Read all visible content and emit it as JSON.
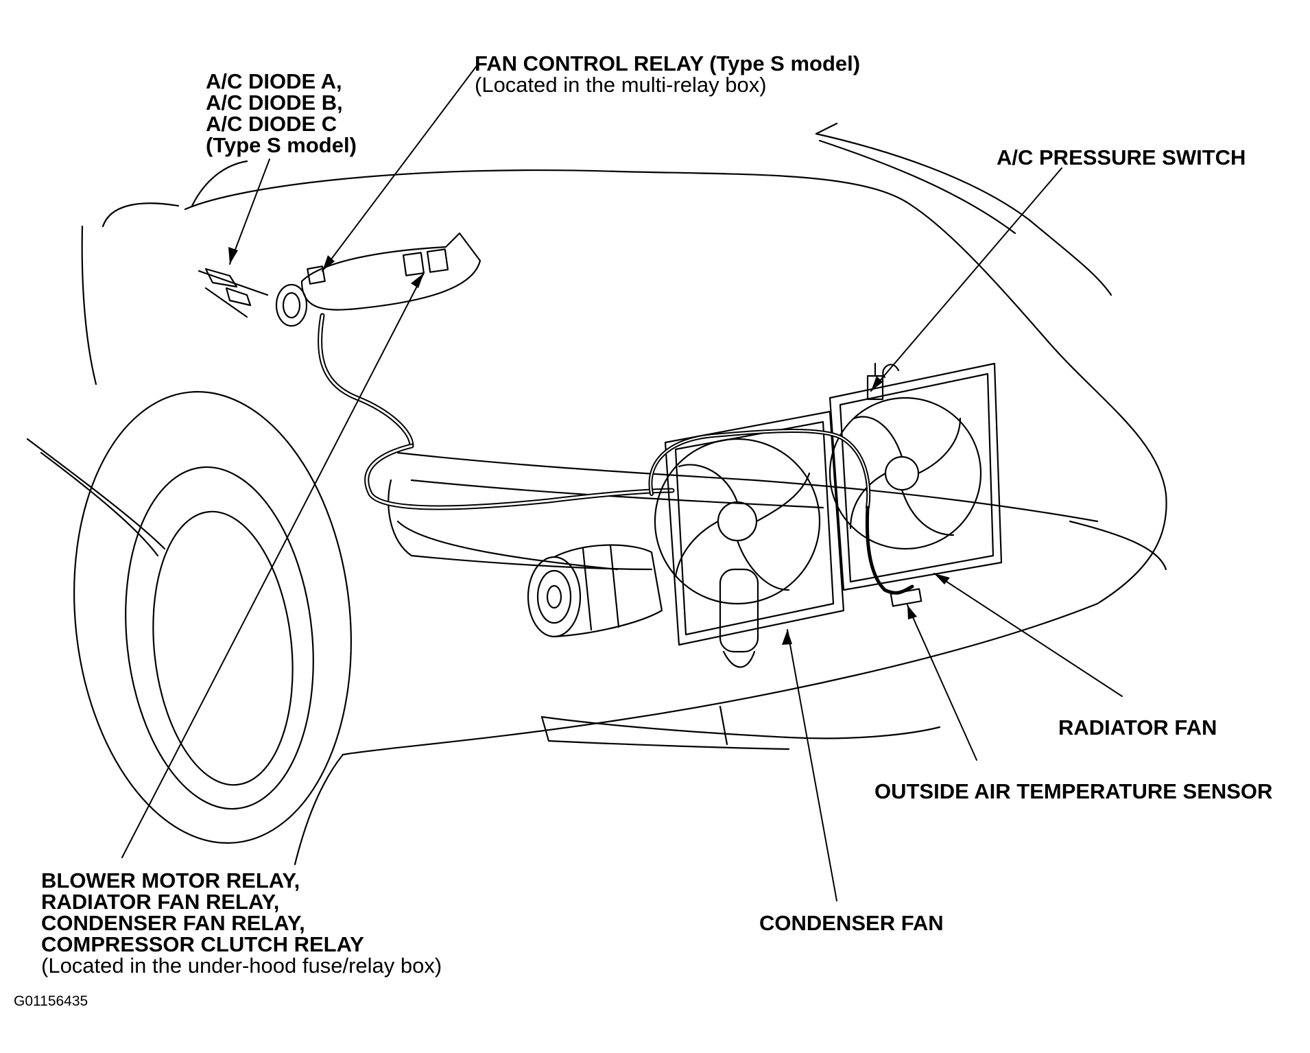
{
  "labels": {
    "ac_diodes": {
      "lines": [
        "A/C DIODE A,",
        "A/C DIODE B,",
        "A/C DIODE C",
        "(Type S model)"
      ]
    },
    "fan_control_relay": {
      "title": "FAN CONTROL RELAY (Type S model)",
      "note": "(Located in the multi-relay box)"
    },
    "ac_pressure_switch": {
      "title": "A/C PRESSURE SWITCH"
    },
    "radiator_fan": {
      "title": "RADIATOR FAN"
    },
    "outside_air_temp_sensor": {
      "title": "OUTSIDE AIR TEMPERATURE SENSOR"
    },
    "condenser_fan": {
      "title": "CONDENSER FAN"
    },
    "underhood_relays": {
      "lines": [
        "BLOWER MOTOR RELAY,",
        "RADIATOR FAN RELAY,",
        "CONDENSER FAN RELAY,",
        "COMPRESSOR CLUTCH RELAY"
      ],
      "note": "(Located in the under-hood fuse/relay box)"
    }
  },
  "figure_code": "G01156435"
}
